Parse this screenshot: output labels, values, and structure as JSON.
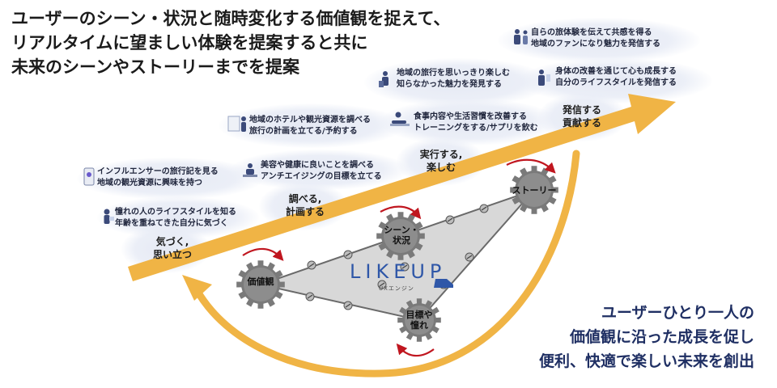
{
  "headline": [
    "ユーザーのシーン・状況と随時変化する価値観を捉えて、",
    "リアルタイムに望ましい体験を提案すると共に",
    "未来のシーンやストーリーまでを提案"
  ],
  "closing": [
    "ユーザーひとり一人の",
    "価値観に沿った成長を促し",
    "便利、快適で楽しい未来を創出"
  ],
  "stages": [
    [
      "気づく,",
      "思い立つ"
    ],
    [
      "調べる,",
      "計画する"
    ],
    [
      "実行する,",
      "楽しむ"
    ],
    [
      "発信する",
      "貢献する"
    ]
  ],
  "activities": [
    [
      "憧れの人のライフスタイルを知る",
      "年齢を重ねてきた自分に気づく"
    ],
    [
      "インフルエンサーの旅行記を見る",
      "地域の観光資源に興味を持つ"
    ],
    [
      "美容や健康に良いことを調べる",
      "アンチエイジングの目標を立てる"
    ],
    [
      "地域のホテルや観光資源を調べる",
      "旅行の計画を立てる/予約する"
    ],
    [
      "食事内容や生活習慣を改善する",
      "トレーニングをする/サプリを飲む"
    ],
    [
      "地域の旅行を思いっきり楽しむ",
      "知らなかった魅力を発見する"
    ],
    [
      "身体の改善を通じて心も成長する",
      "自分のライフスタイルを発信する"
    ],
    [
      "自らの旅体験を伝えて共感を得る",
      "地域のファンになり魅力を発信する"
    ]
  ],
  "gears": [
    [
      "価値観"
    ],
    [
      "シーン・",
      "状況"
    ],
    [
      "ストーリー"
    ],
    [
      "目標や",
      "憧れ"
    ]
  ],
  "logo": {
    "name": "LIKEUP",
    "sub": "UXエンジン"
  },
  "colors": {
    "arrow": "#f0b445",
    "loop_arrow": "#f0b445",
    "gear": "#7a7a7a",
    "panel": "#d6d6d6",
    "rotation_arrow": "#c0161f",
    "logo": "#2f57a8",
    "closing_text": "#1f2f63"
  },
  "icons": [
    "reading-person-icon",
    "smartphone-icon",
    "laptop-person-icon",
    "planning-icon",
    "workout-icon",
    "traveler-icon",
    "smartphone-person-icon",
    "speaking-person-icon"
  ]
}
